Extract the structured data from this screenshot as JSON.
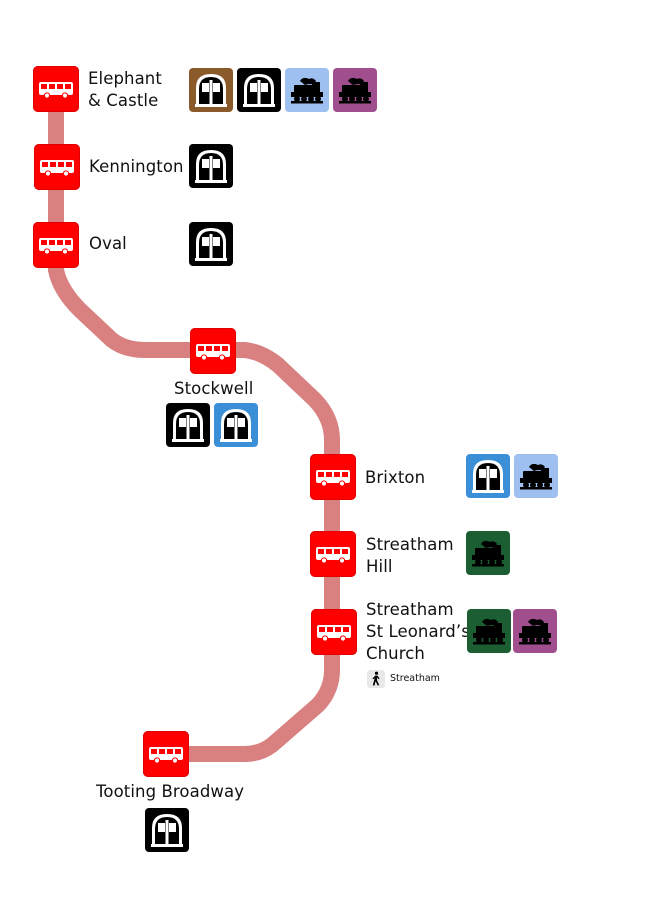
{
  "colors": {
    "route_line": "#d98080",
    "bus_stop": "#ff0000",
    "tube_northern": "#000000",
    "tube_bakerloo": "#8b5a2b",
    "tube_victoria": "#3b8fd6",
    "rail_southeastern": "#9ec0f0",
    "rail_thameslink": "#a04e8e",
    "rail_southern": "#1b5e32"
  },
  "stops": [
    {
      "id": "elephant-castle",
      "name": "Elephant\n& Castle",
      "connections": [
        "tube-bakerloo",
        "tube-northern",
        "rail-light-blue",
        "rail-purple"
      ]
    },
    {
      "id": "kennington",
      "name": "Kennington",
      "connections": [
        "tube-northern"
      ]
    },
    {
      "id": "oval",
      "name": "Oval",
      "connections": [
        "tube-northern"
      ]
    },
    {
      "id": "stockwell",
      "name": "Stockwell",
      "connections": [
        "tube-northern",
        "tube-victoria"
      ]
    },
    {
      "id": "brixton",
      "name": "Brixton",
      "connections": [
        "tube-victoria",
        "rail-light-blue"
      ]
    },
    {
      "id": "streatham-hill",
      "name": "Streatham\nHill",
      "connections": [
        "rail-green"
      ]
    },
    {
      "id": "streatham-st-leonards",
      "name": "Streatham\nSt Leonard’s\nChurch",
      "connections": [
        "rail-green",
        "rail-purple"
      ],
      "walk": {
        "icon": "walking-person-icon",
        "label": "Streatham"
      }
    },
    {
      "id": "tooting-broadway",
      "name": "Tooting Broadway",
      "connections": [
        "tube-northern"
      ]
    }
  ]
}
